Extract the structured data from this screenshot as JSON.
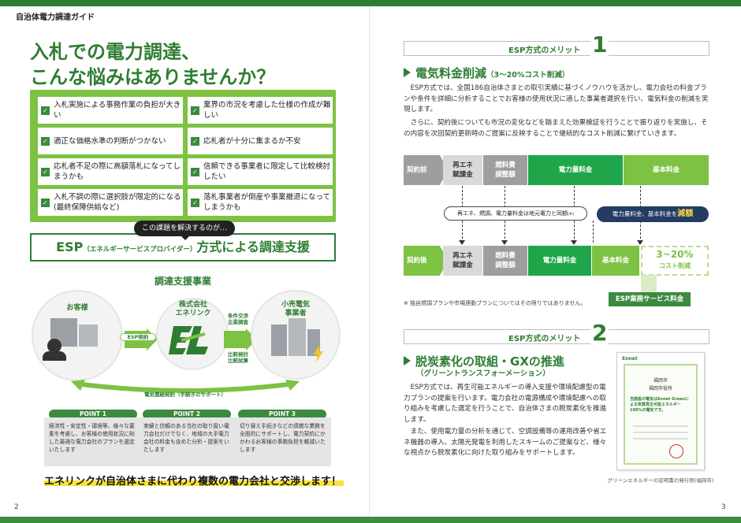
{
  "guide_label": "自治体電力調達ガイド",
  "page_left": "2",
  "page_right": "3",
  "left": {
    "headline_line1": "入札での電力調達、",
    "headline_line2": "こんな悩みはありませんか？",
    "check_mark": "✓",
    "worries": [
      "入札実施による事務作業の負担が大きい",
      "業界の市況を考慮した仕様の作成が難しい",
      "適正な価格水準の判断がつかない",
      "応札者が十分に集まるか不安",
      "応札者不足の際に高額落札になってしまうかも",
      "信頼できる事業者に限定して比較検討したい",
      "入札不調の際に選択肢が限定的になる(最終保障供給など)",
      "落札事業者が倒産や事業撤退になってしまうかも"
    ],
    "solution_pill": "この課題を解決するのが…",
    "esp_big1": "ESP",
    "esp_small": "（エネルギーサービスプロバイダー）",
    "esp_big2": "方式による調達支援",
    "support_title": "調達支援事業",
    "customer": "お客様",
    "company_line1": "株式会社",
    "company_line2": "エネリンク",
    "retailer_line1": "小売電気",
    "retailer_line2": "事業者",
    "esp_contract": "ESP契約",
    "negotiation": "条件交渉\n企業調査",
    "comparison": "比較検討\n比較試算",
    "supply_contract": "電気需給契約（手続きのサポート）",
    "points": [
      {
        "title": "POINT 1",
        "text": "経済性・安定性・環境等、様々な要素を考慮し、お客様の使用状況に則した最適な電力会社のプランを選定いたします"
      },
      {
        "title": "POINT 2",
        "text": "実績と信頼のある当社の取り扱い電力会社だけでなく、地域の大手電力会社の料金も含めた分析・提案をいたします"
      },
      {
        "title": "POINT 3",
        "text": "切り替え手続きなどの煩雑な業務を全面的にサポートし、電力契約にかかわるお客様の事務負担を軽減いたします"
      }
    ],
    "bottom_message": "エネリンクが自治体さまに代わり複数の電力会社と交渉します！"
  },
  "right": {
    "merit_label": "ESP方式のメリット",
    "merit1_num": "1",
    "merit2_num": "2",
    "sec1_title": "電気料金削減",
    "sec1_sub": "（3～20%コスト削減）",
    "sec1_p1": "ESP方式では、全国186自治体さまとの取引実績に基づくノウハウを活かし、電力会社の料金プランや条件を詳細に分析することでお客様の使用状況に適した事業者選択を行い、電気料金の削減を実現します。",
    "sec1_p2": "さらに、契約後についても市況の変化などを踏まえた効果検証を行うことで振り返りを実施し、その内容を次回契約更新時のご提案に反映することで継続的なコスト削減に繋げていきます。",
    "before_label": "契約前",
    "after_label": "契約後",
    "renew_levy": "再エネ\n賦課金",
    "fuel_adj": "燃料費\n調整額",
    "energy_fee": "電力量料金",
    "base_fee": "基本料金",
    "callout_local": "再エネ、燃調、電力量料金は地元電力と同額",
    "callout_local_note": "(※)",
    "callout_reduce_pre": "電力量料金、基本料金を",
    "callout_reduce_em": "減額",
    "cut_pct": "3~20%",
    "cut_label": "コスト削減",
    "esp_fee": "ESP業務サービス料金",
    "footnote": "※ 独自燃調プランや市場連動プランについてはその限りではありません。",
    "sec2_title": "脱炭素化の取組・GXの推進",
    "sec2_sub": "（グリーントランスフォーメーション）",
    "sec2_p1": "ESP方式では、再生可能エネルギーの導入支援や環境配慮型の電力プランの提案を行います。電力会社の電源構成や環境配慮への取り組みを考慮した選定を行うことで、自治体さまの脱炭素化を推進します。",
    "sec2_p2": "また、使用電力量の分析を通じて、空調設備等の運用改善や省エネ機器の導入、太陽光発電を利用したスキームのご提案など、様々な視点から脱炭素化に向けた取り組みをサポートします。",
    "cert_brand": "Ennet",
    "cert_city": "福岡市",
    "cert_office": "福岡市役所",
    "cert_text": "当施設の電気はEnnet Greenによる実質再生可能エネルギー100%の電気です。",
    "cert_caption": "グリーンエネルギーの証明書の発行例(福岡市)"
  },
  "colors": {
    "dark_green": "#2e7d32",
    "light_green": "#7dc243",
    "navy": "#243b63",
    "yellow": "#f6e23b"
  }
}
